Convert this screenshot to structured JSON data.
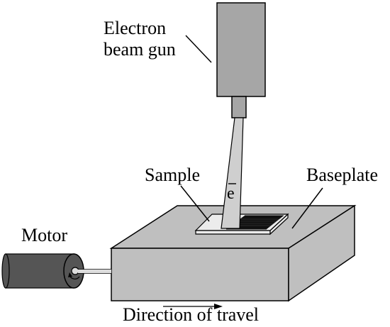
{
  "labels": {
    "gun_line1": "Electron",
    "gun_line2": "beam gun",
    "sample": "Sample",
    "baseplate": "Baseplate",
    "motor": "Motor",
    "electron": "e",
    "direction": "Direction of travel"
  },
  "colors": {
    "gun": "#a6a6a6",
    "block": "#bfbfbf",
    "motor": "#555555",
    "sample": "#ececec",
    "beam": "#cfcfcf"
  }
}
